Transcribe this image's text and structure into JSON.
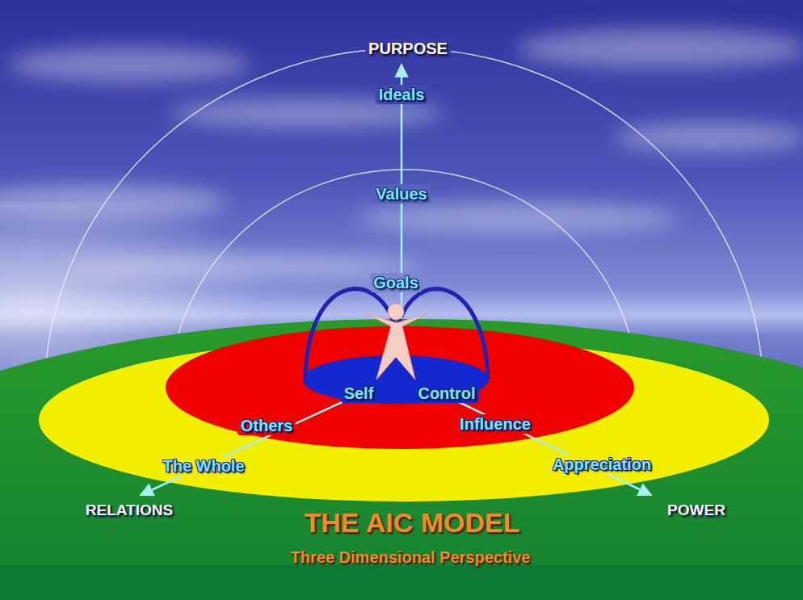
{
  "diagram": {
    "title": "THE AIC MODEL",
    "caption": "Three Dimensional Perspective",
    "labels": [
      "PURPOSE",
      "Ideals",
      "Values",
      "Goals",
      "Self",
      "Control",
      "Others",
      "Influence",
      "The Whole",
      "Appreciation",
      "RELATIONS",
      "POWER"
    ]
  }
}
